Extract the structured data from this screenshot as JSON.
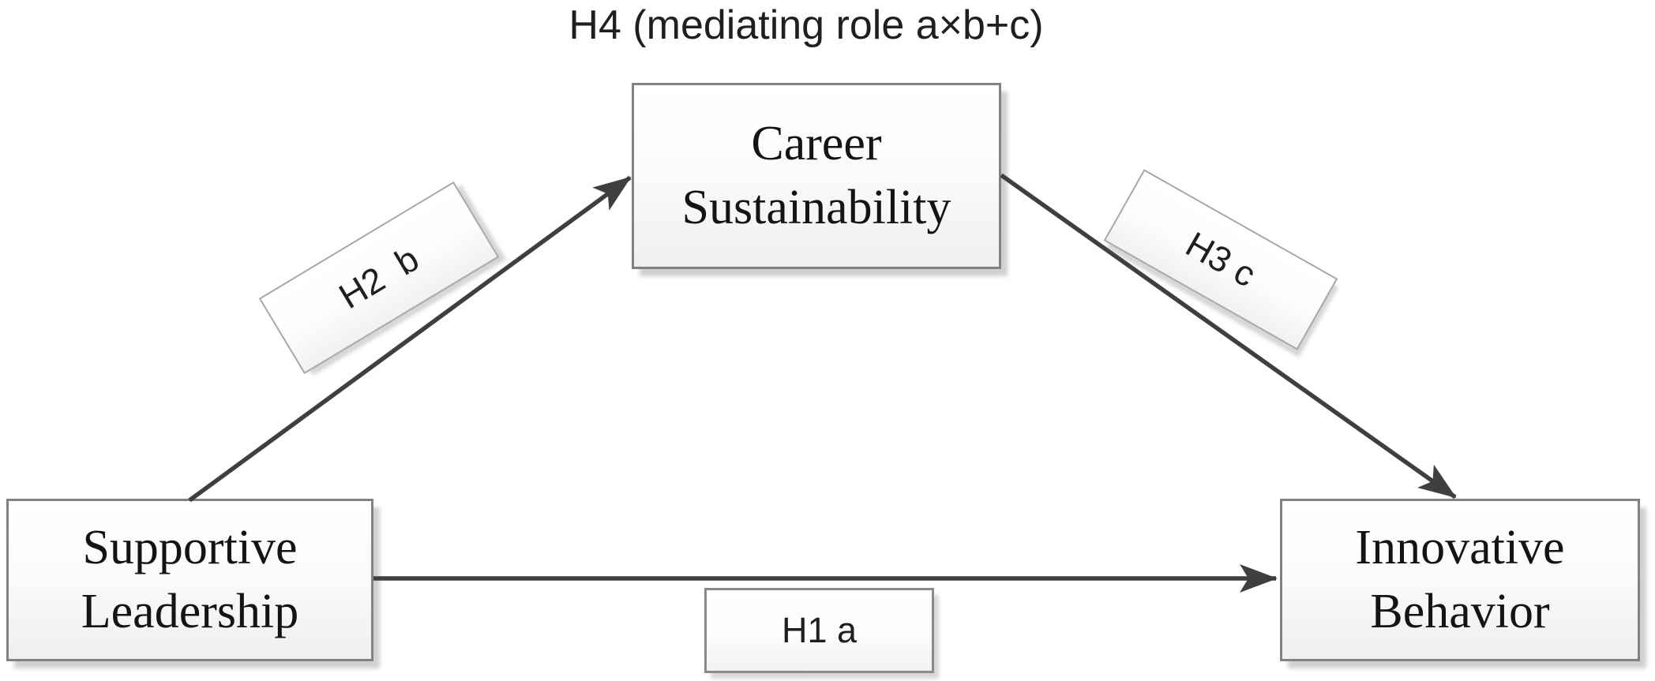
{
  "diagram": {
    "title": "H4 (mediating role a×b+c)",
    "nodes": [
      {
        "id": "supportive-leadership",
        "label": "Supportive Leadership"
      },
      {
        "id": "career-sustainability",
        "label": "Career Sustainability"
      },
      {
        "id": "innovative-behavior",
        "label": "Innovative Behavior"
      }
    ],
    "edges": [
      {
        "id": "h1",
        "label": "H1 a",
        "from": "supportive-leadership",
        "to": "innovative-behavior"
      },
      {
        "id": "h2",
        "label": "H2  b",
        "from": "supportive-leadership",
        "to": "career-sustainability"
      },
      {
        "id": "h3",
        "label": "H3 c",
        "from": "career-sustainability",
        "to": "innovative-behavior"
      }
    ],
    "colors": {
      "arrow": "#3f3f3f",
      "node_border": "#828282",
      "label_border": "#a8a8a8",
      "text": "#1a1a1a",
      "background": "#ffffff"
    }
  }
}
